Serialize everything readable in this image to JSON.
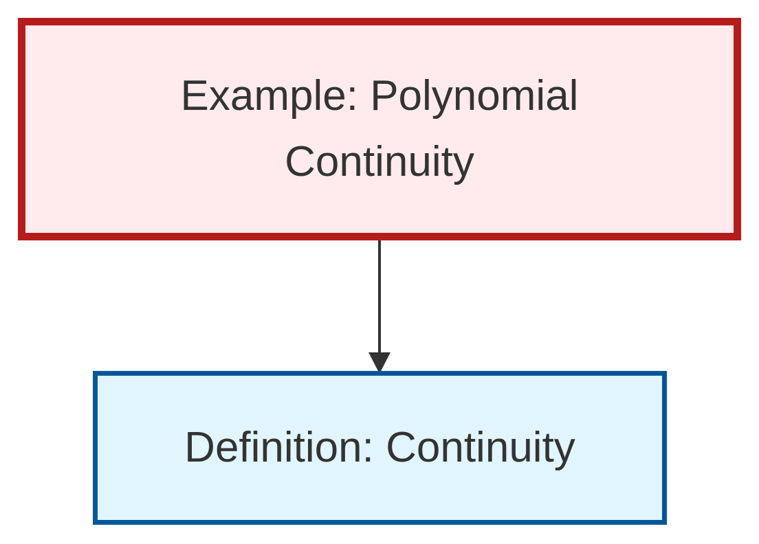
{
  "nodes": {
    "example": {
      "label": "Example: Polynomial Continuity",
      "fill": "#ffebee",
      "stroke": "#b71c1c"
    },
    "definition": {
      "label": "Definition: Continuity",
      "fill": "#e1f5fe",
      "stroke": "#01579b"
    }
  },
  "edges": [
    {
      "from": "example",
      "to": "definition",
      "color": "#333333"
    }
  ]
}
